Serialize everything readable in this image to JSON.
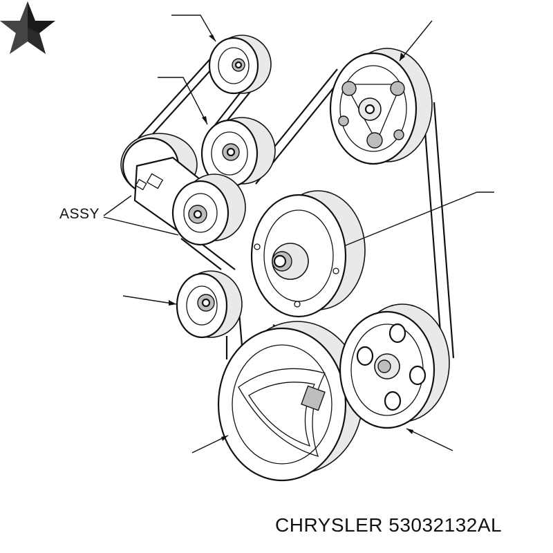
{
  "diagram": {
    "callout_label": "ASSY",
    "brand": "CHRYSLER",
    "part_number": "53032132AL",
    "icons": [
      "chrysler-pentastar-logo"
    ]
  }
}
